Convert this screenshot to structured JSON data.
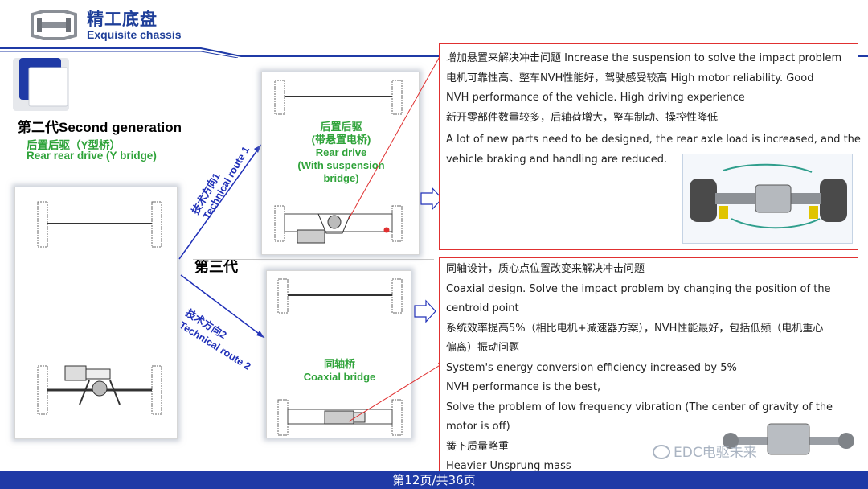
{
  "header": {
    "brand_cn": "精工底盘",
    "brand_en": "Exquisite  chassis"
  },
  "left": {
    "title": "第二代Second generation",
    "subtitle_cn": "后置后驱（Y型桥）",
    "subtitle_en": "Rear rear drive (Y bridge)"
  },
  "routes": {
    "route1_cn": "技术方向1",
    "route1_en": "Technical route 1",
    "route2_cn": "技术方向2",
    "route2_en": "Technical route 2",
    "gen3": "第三代"
  },
  "middle": {
    "top_label": [
      "后置后驱",
      "(带悬置电桥)",
      "Rear drive",
      "(With suspension",
      "bridge)"
    ],
    "bottom_label": [
      "同轴桥",
      "Coaxial bridge"
    ]
  },
  "box_top": {
    "lines": [
      "增加悬置来解决冲击问题   Increase the suspension to solve the impact problem",
      "电机可靠性高、整车NVH性能好，驾驶感受较高     High motor reliability. Good",
      "NVH performance of the vehicle. High driving experience",
      "新开零部件数量较多，后轴荷增大，整车制动、操控性降低",
      "A lot of new parts need to be designed, the rear axle load is increased, and the",
      "vehicle braking and handling are reduced."
    ]
  },
  "box_bottom": {
    "lines": [
      "同轴设计，质心点位置改变来解决冲击问题",
      "Coaxial design. Solve the impact problem by changing the position of the",
      "centroid point",
      "系统效率提高5%（相比电机+减速器方案），NVH性能最好，包括低频（电机重心",
      "偏离）振动问题",
      "System's energy conversion efficiency increased by 5%",
      "NVH performance is the best,",
      "Solve the problem of low frequency vibration (The center of gravity of the",
      "motor is off)",
      "簧下质量略重",
      "Heavier Unsprung mass"
    ]
  },
  "footer": {
    "page": "第12页/共36页",
    "watermark": "EDC电驱未来"
  },
  "colors": {
    "brand_blue": "#1f3f99",
    "green": "#2fa33a",
    "route_blue": "#2030b8",
    "red": "#e03030",
    "footer_blue": "#1f3aa6"
  }
}
